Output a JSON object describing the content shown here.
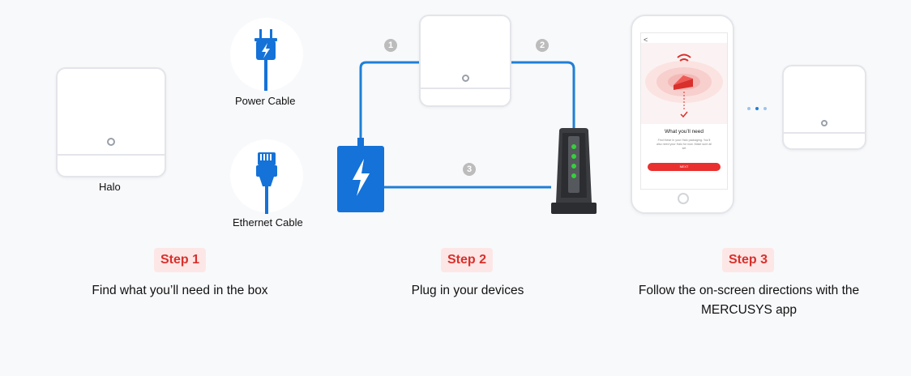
{
  "step1": {
    "badge": "Step 1",
    "description": "Find what you’ll need in the box",
    "halo_label": "Halo",
    "power_label": "Power Cable",
    "ethernet_label": "Ethernet Cable"
  },
  "step2": {
    "badge": "Step 2",
    "description": "Plug in your devices",
    "connections": [
      "1",
      "2",
      "3"
    ]
  },
  "step3": {
    "badge": "Step 3",
    "description_line1": "Follow the on-screen directions with the",
    "description_line2": "MERCUSYS app",
    "phone": {
      "back": "<",
      "card_title": "What you’ll need",
      "card_text_line1": "Find these in your Halo packaging. You’ll",
      "card_text_line2": "also need your Halo for now. Make sure all",
      "card_text_line3": "set",
      "button_label": "NEXT"
    }
  },
  "colors": {
    "accent": "#d9302c",
    "badge_bg": "#fde7e6",
    "cable_blue": "#1f7fd6",
    "power_blue": "#1472d8",
    "device_gray": "#e3e5ea"
  },
  "icons": [
    "power-plug-icon",
    "ethernet-plug-icon",
    "lightning-icon",
    "modem-icon",
    "wifi-icon",
    "check-icon"
  ]
}
